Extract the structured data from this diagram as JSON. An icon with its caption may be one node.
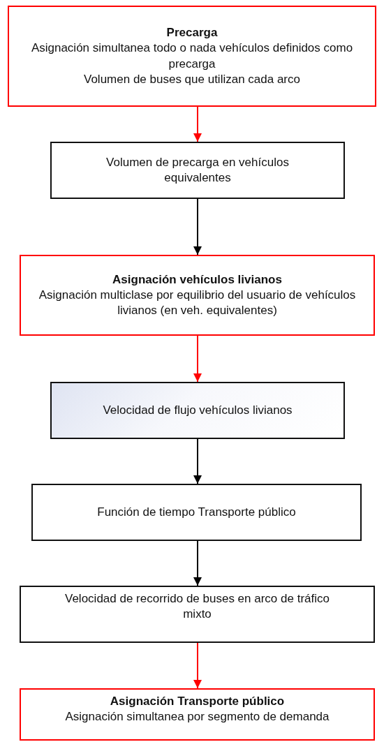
{
  "diagram": {
    "nodes": [
      {
        "text": [
          "Precarga",
          "Asignación simultanea todo o nada vehículos definidos como precarga",
          "Volumen de buses que utilizan cada arco"
        ]
      },
      {
        "text": [
          "Volumen de precarga en vehículos equivalentes"
        ]
      },
      {
        "text": [
          "Asignación vehículos livianos",
          "Asignación multiclase por equilibrio del usuario de vehículos livianos (en veh. equivalentes)"
        ]
      },
      {
        "text": [
          "Velocidad de flujo vehículos livianos"
        ]
      },
      {
        "text": [
          "Función de tiempo Transporte público"
        ]
      },
      {
        "text": [
          "Velocidad de recorrido de buses en arco de tráfico mixto"
        ]
      },
      {
        "text": [
          "Asignación Transporte público",
          "Asignación simultanea por segmento de demanda"
        ]
      }
    ],
    "edges": [
      {
        "from": 0,
        "to": 1,
        "arrow": "to",
        "color": "#ff0000"
      },
      {
        "from": 1,
        "to": 2,
        "arrow": "to",
        "color": "#000000"
      },
      {
        "from": 2,
        "to": 3,
        "arrow": "to",
        "color": "#ff0000"
      },
      {
        "from": 3,
        "to": 4,
        "arrow": "to",
        "color": "#000000"
      },
      {
        "from": 4,
        "to": 5,
        "arrow": "to",
        "color": "#000000"
      },
      {
        "from": 5,
        "to": 6,
        "arrow": "to",
        "color": "#ff0000"
      }
    ]
  }
}
